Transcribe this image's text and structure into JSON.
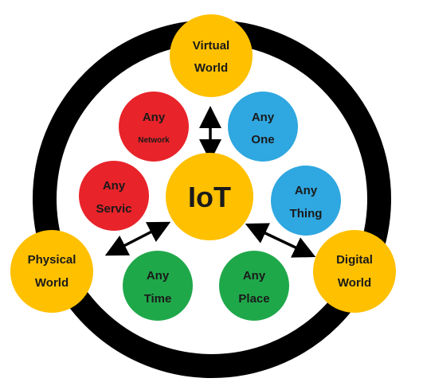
{
  "center": {
    "label": "IoT"
  },
  "worlds": {
    "top": {
      "line1": "Virtual",
      "line2": "World"
    },
    "left": {
      "line1": "Physical",
      "line2": "World"
    },
    "right": {
      "line1": "Digital",
      "line2": "World"
    }
  },
  "anys": {
    "network": {
      "line1": "Any",
      "line2": "Network"
    },
    "one": {
      "line1": "Any",
      "line2": "One"
    },
    "service": {
      "line1": "Any",
      "line2": "Servic"
    },
    "thing": {
      "line1": "Any",
      "line2": "Thing"
    },
    "time": {
      "line1": "Any",
      "line2": "Time"
    },
    "place": {
      "line1": "Any",
      "line2": "Place"
    }
  },
  "colors": {
    "ring": "#000000",
    "gold": "#FFC000",
    "red": "#E8232A",
    "blue": "#2FA7E0",
    "green": "#1FA84A",
    "text": "#1A1A1A"
  }
}
